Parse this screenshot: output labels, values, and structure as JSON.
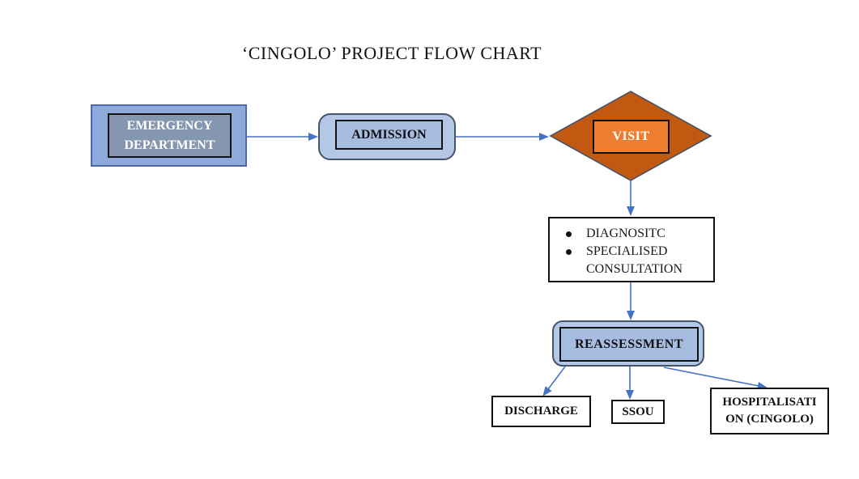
{
  "title": "‘CINGOLO’ PROJECT FLOW CHART",
  "colors": {
    "background": "#FFFFFF",
    "arrow": "#4472C4",
    "emergency_fill": "#8EAADB",
    "emergency_border": "#4A69AD",
    "emergency_inner_fill": "#8496B0",
    "blue_node_fill": "#B4C7E7",
    "blue_node_border": "#44546A",
    "blue_node_inner_fill": "#A6BCE0",
    "diamond_fill": "#C25911",
    "diamond_inner_fill": "#ED7D31"
  },
  "nodes": {
    "emergency": {
      "label": "EMERGENCY DEPARTMENT"
    },
    "admission": {
      "label": "ADMISSION"
    },
    "visit": {
      "label": "VISIT"
    },
    "consultation": {
      "bullets": [
        "DIAGNOSITC",
        "SPECIALISED CONSULTATION"
      ]
    },
    "reassessment": {
      "label": "REASSESSMENT"
    },
    "discharge": {
      "label": "DISCHARGE"
    },
    "ssou": {
      "label": "SSOU"
    },
    "hospitalisation": {
      "lines": [
        "HOSPITALISATI",
        "ON (CINGOLO)"
      ]
    }
  }
}
